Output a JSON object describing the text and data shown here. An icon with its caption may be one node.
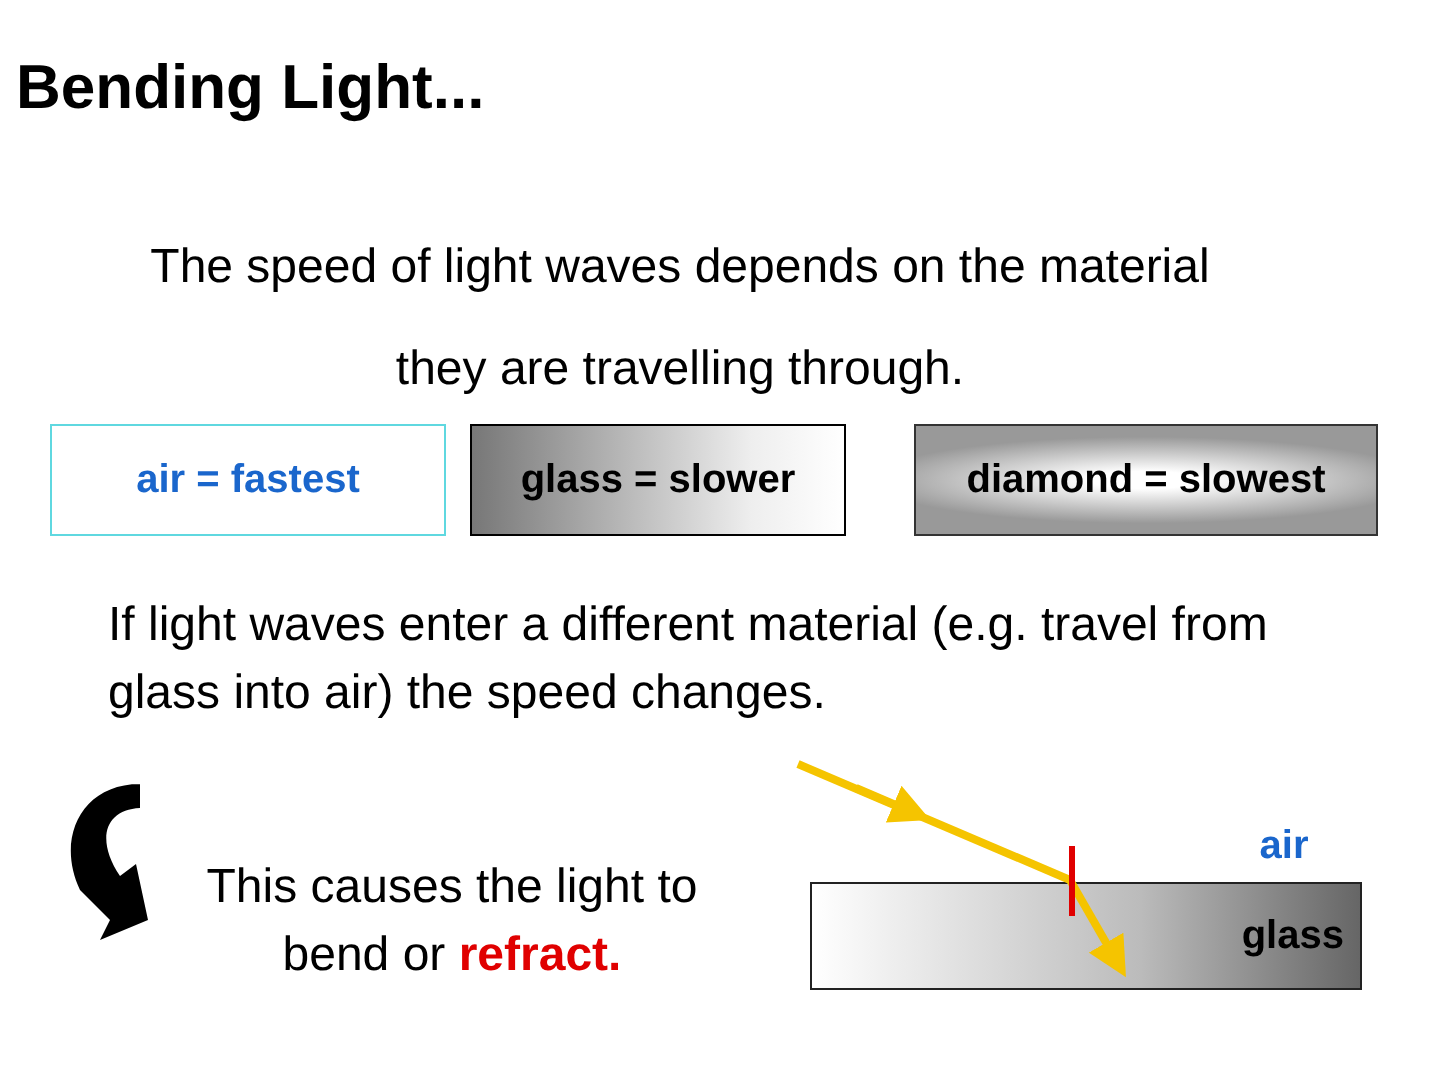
{
  "diagram": {
    "title": "Bending Light...",
    "nodes": [
      {
        "text": [
          "air = fastest"
        ]
      },
      {
        "text": [
          "glass = slower"
        ]
      },
      {
        "text": [
          "diamond = slowest"
        ]
      },
      {
        "text": [
          "glass"
        ]
      }
    ],
    "labels": [
      "The speed of light waves depends on the material they are travelling through.",
      "If light waves enter a different material (e.g. travel from glass into air) the speed changes.",
      "This causes the light to bend or **refract.**",
      "air"
    ]
  }
}
